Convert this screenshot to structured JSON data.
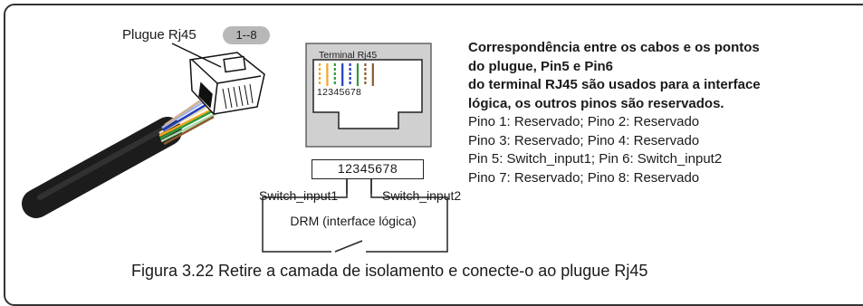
{
  "plug": {
    "label": "Plugue Rj45",
    "pin_range": "1--8"
  },
  "terminal": {
    "title": "Terminal Rj45",
    "pin_numbers": "12345678",
    "wire_colors": [
      "#f5a623",
      "#f5a623",
      "#2e9b3a",
      "#1f3fbf",
      "#1f3fbf",
      "#2e9b3a",
      "#8a5a2b",
      "#8a5a2b"
    ]
  },
  "connector": {
    "pin_strip": "12345678",
    "switch_input1": "Switch_input1",
    "switch_input2": "Switch_input2",
    "drm_label": "DRM (interface lógica)"
  },
  "description": {
    "heading_lines": [
      "Correspondência entre os cabos e os pontos",
      "do plugue, Pin5 e Pin6",
      "do terminal RJ45 são usados para a interface",
      "lógica, os outros pinos são reservados."
    ],
    "pin_lines": [
      "Pino 1: Reservado; Pino 2: Reservado",
      "Pino 3: Reservado; Pino 4: Reservado",
      "Pin 5: Switch_input1; Pin 6: Switch_input2",
      "Pino 7: Reservado; Pino 8: Reservado"
    ]
  },
  "caption": "Figura 3.22 Retire a camada de isolamento e conecte-o ao plugue Rj45"
}
